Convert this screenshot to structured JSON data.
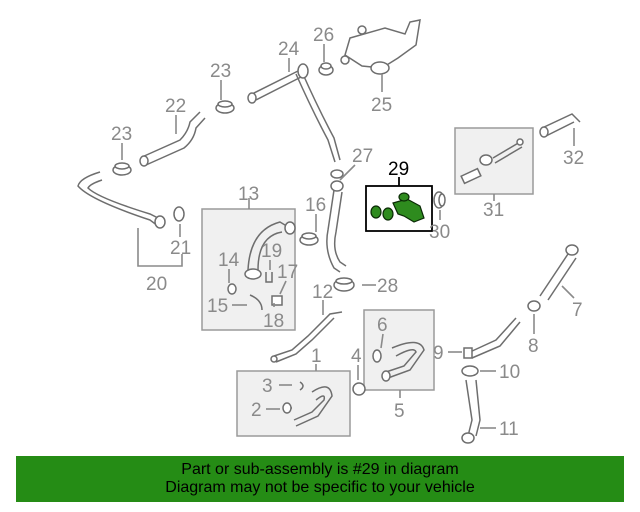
{
  "diagram": {
    "highlight_color": "#2e8b1e",
    "labels": {
      "l1": "1",
      "l2": "2",
      "l3": "3",
      "l4": "4",
      "l5": "5",
      "l6": "6",
      "l7": "7",
      "l8": "8",
      "l9": "9",
      "l10": "10",
      "l11": "11",
      "l12": "12",
      "l13": "13",
      "l14": "14",
      "l15": "15",
      "l16": "16",
      "l17": "17",
      "l18": "18",
      "l19": "19",
      "l20": "20",
      "l21": "21",
      "l22": "22",
      "l23a": "23",
      "l23b": "23",
      "l24": "24",
      "l25": "25",
      "l26": "26",
      "l27": "27",
      "l28": "28",
      "l29": "29",
      "l30": "30",
      "l31": "31",
      "l32": "32"
    }
  },
  "banner": {
    "background": "#258c15",
    "line1": "Part or sub-assembly is #29 in diagram",
    "line2": "Diagram may not be specific to your vehicle"
  }
}
